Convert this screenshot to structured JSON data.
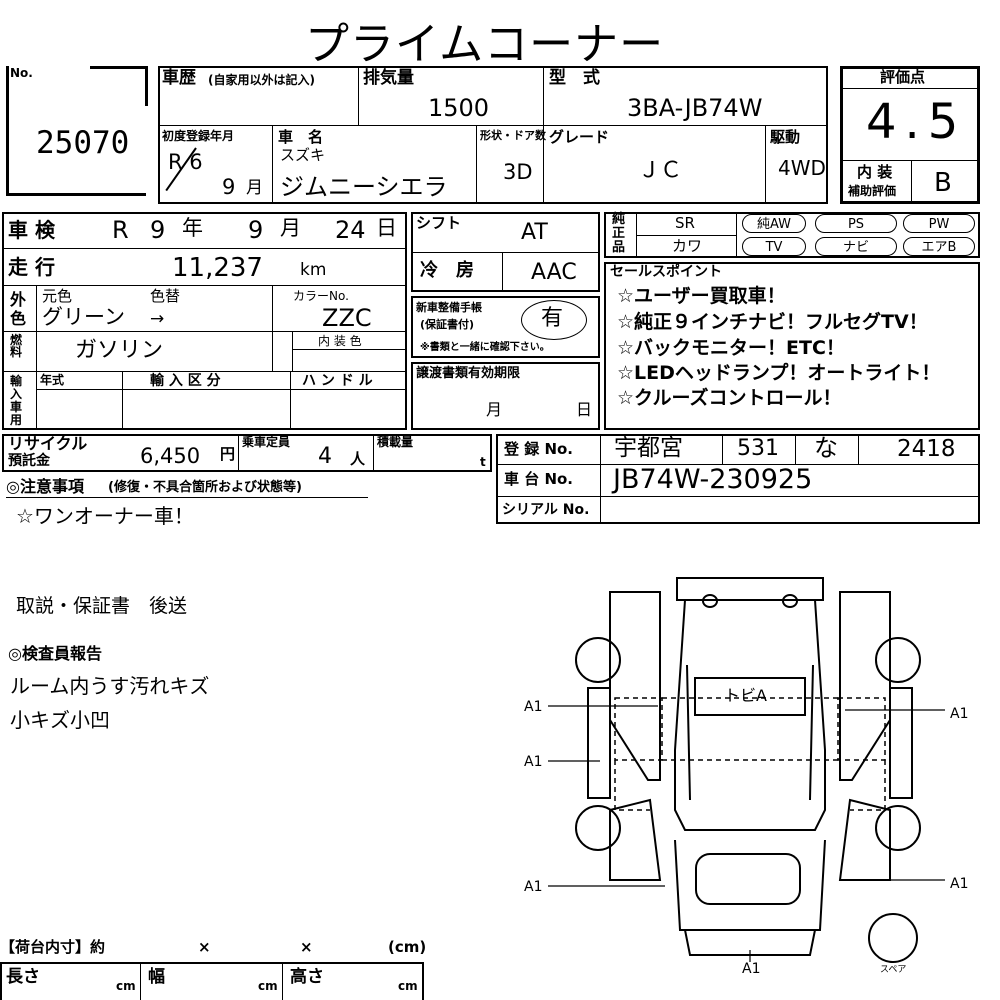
{
  "title": "プライムコーナー",
  "lot": {
    "label": "No.",
    "value": "25070"
  },
  "history": {
    "label": "車歴",
    "note": "(自家用以外は記入)",
    "value": ""
  },
  "displacement": {
    "label": "排気量",
    "value": "1500"
  },
  "model": {
    "label": "型　式",
    "value": "3BA-JB74W"
  },
  "score": {
    "label": "評価点",
    "value": "4.5",
    "interior_label": "内 装",
    "interior_sub": "補助評価",
    "interior_value": "B"
  },
  "first_reg": {
    "label": "初度登録年月",
    "era": "R 6",
    "month": "9",
    "month_unit": "月"
  },
  "car_name": {
    "label": "車　名",
    "maker": "スズキ",
    "value": "ジムニーシエラ"
  },
  "doors": {
    "label": "形状・ドア数",
    "value": "3D"
  },
  "grade": {
    "label": "グレード",
    "value": "ＪＣ"
  },
  "drive": {
    "label": "駆動",
    "value": "4WD"
  },
  "inspection": {
    "label": "車 検",
    "era": "R",
    "year": "9",
    "year_unit": "年",
    "month": "9",
    "month_unit": "月",
    "day": "24",
    "day_unit": "日"
  },
  "mileage": {
    "label": "走 行",
    "value": "11,237",
    "unit": "km"
  },
  "shift": {
    "label": "シフト",
    "value": "AT"
  },
  "ac": {
    "label": "冷　房",
    "value": "AAC"
  },
  "color": {
    "side_label": "外色",
    "orig_label": "元色",
    "change_label": "色替",
    "orig": "グリーン",
    "arrow": "→",
    "code_label": "カラーNo.",
    "code": "ZZC"
  },
  "fuel": {
    "label": "燃料",
    "value": "ガソリン",
    "interior_color_label": "内 装 色"
  },
  "maintenance": {
    "label1": "新車整備手帳",
    "label2": "(保証書付)",
    "value": "有",
    "note": "※書類と一緒に確認下さい。"
  },
  "import": {
    "side_label": "輸入車用",
    "year_label": "年式",
    "class_label": "輸 入 区 分",
    "handle_label": "ハ ン ド ル"
  },
  "transfer": {
    "label": "譲渡書類有効期限",
    "month_unit": "月",
    "day_unit": "日"
  },
  "equipment": {
    "side_label": "純正品",
    "row1": [
      "SR",
      "純AW",
      "PS",
      "PW"
    ],
    "row2": [
      "カワ",
      "TV",
      "ナビ",
      "エアB"
    ]
  },
  "sales_points": {
    "label": "セールスポイント",
    "items": [
      "☆ユーザー買取車！",
      "☆純正９インチナビ！フルセグTV！",
      "☆バックモニター！ETC！",
      "☆LEDヘッドランプ！オートライト！",
      "☆クルーズコントロール！"
    ]
  },
  "recycle": {
    "label1": "リサイクル",
    "label2": "預託金",
    "value": "6,450",
    "unit": "円"
  },
  "capacity": {
    "label": "乗車定員",
    "value": "4",
    "unit": "人"
  },
  "load": {
    "label": "積載量",
    "unit": "t"
  },
  "registration": {
    "label": "登 録 No.",
    "office": "宇都宮",
    "class": "531",
    "kana": "な",
    "number": "2418"
  },
  "chassis": {
    "label": "車 台 No.",
    "value": "JB74W-230925"
  },
  "serial": {
    "label": "シリアル No.",
    "value": ""
  },
  "notes": {
    "label": "◎注意事項",
    "sub": "(修復・不具合箇所および状態等)",
    "text": "☆ワンオーナー車！"
  },
  "manual": "取説・保証書　後送",
  "inspector": {
    "label": "◎検査員報告",
    "lines": [
      "ルーム内うす汚れキズ",
      "小キズ小凹"
    ]
  },
  "diagram": {
    "roof": "トビA",
    "marks": [
      "A1",
      "A1",
      "A1",
      "A1",
      "A1",
      "A1"
    ],
    "spare": "スペア"
  },
  "cargo": {
    "label": "【荷台内寸】約",
    "x1": "×",
    "x2": "×",
    "unit": "(cm)",
    "length_label": "長さ",
    "width_label": "幅",
    "height_label": "高さ",
    "cm": "cm"
  }
}
